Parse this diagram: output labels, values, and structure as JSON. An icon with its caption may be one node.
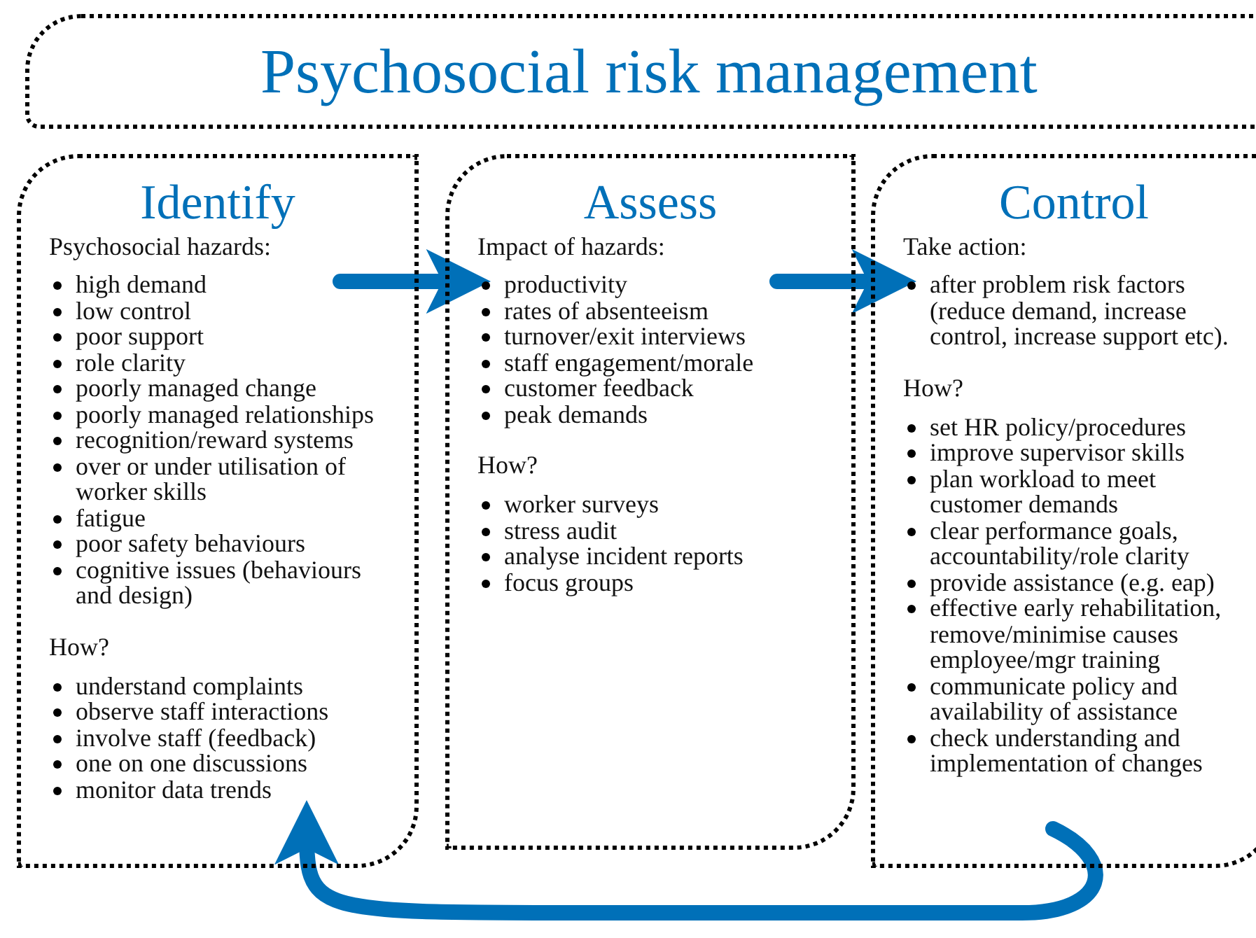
{
  "diagram": {
    "nodes": [
      {
        "text": [
          "Psychosocial risk management"
        ]
      },
      {
        "text": [
          "Identify",
          "Psychosocial hazards:",
          "high demand",
          "low control",
          "poor support",
          "role clarity",
          "poorly managed change",
          "poorly managed relationships",
          "recognition/reward systems",
          "over or under utilisation of worker skills",
          "fatigue",
          "poor safety behaviours",
          "cognitive issues (behaviours and design)",
          "How?",
          "understand complaints",
          "observe staff interactions",
          "involve staff (feedback)",
          "one on one discussions",
          "monitor data trends"
        ]
      },
      {
        "text": [
          "Assess",
          "Impact of hazards:",
          "productivity",
          "rates of absenteeism",
          "turnover/exit interviews",
          "staff engagement/morale",
          "customer feedback",
          "peak demands",
          "How?",
          "worker surveys",
          "stress audit",
          "analyse incident reports",
          "focus groups"
        ]
      },
      {
        "text": [
          "Control",
          "Take action:",
          "after problem risk factors (reduce demand, increase control, increase support etc).",
          "How?",
          "set HR policy/procedures",
          "improve supervisor skills",
          "plan workload to meet customer demands",
          "clear performance goals, accountability/role clarity",
          "provide assistance (e.g. eap)",
          "effective early rehabilitation, remove/minimise causes employee/mgr training",
          "communicate policy and availability of assistance",
          "check understanding and implementation of changes"
        ]
      }
    ],
    "edges": [
      {
        "from": 1,
        "to": 2,
        "arrow": "to"
      },
      {
        "from": 2,
        "to": 3,
        "arrow": "to"
      },
      {
        "from": 3,
        "to": 1,
        "arrow": "to"
      }
    ]
  }
}
